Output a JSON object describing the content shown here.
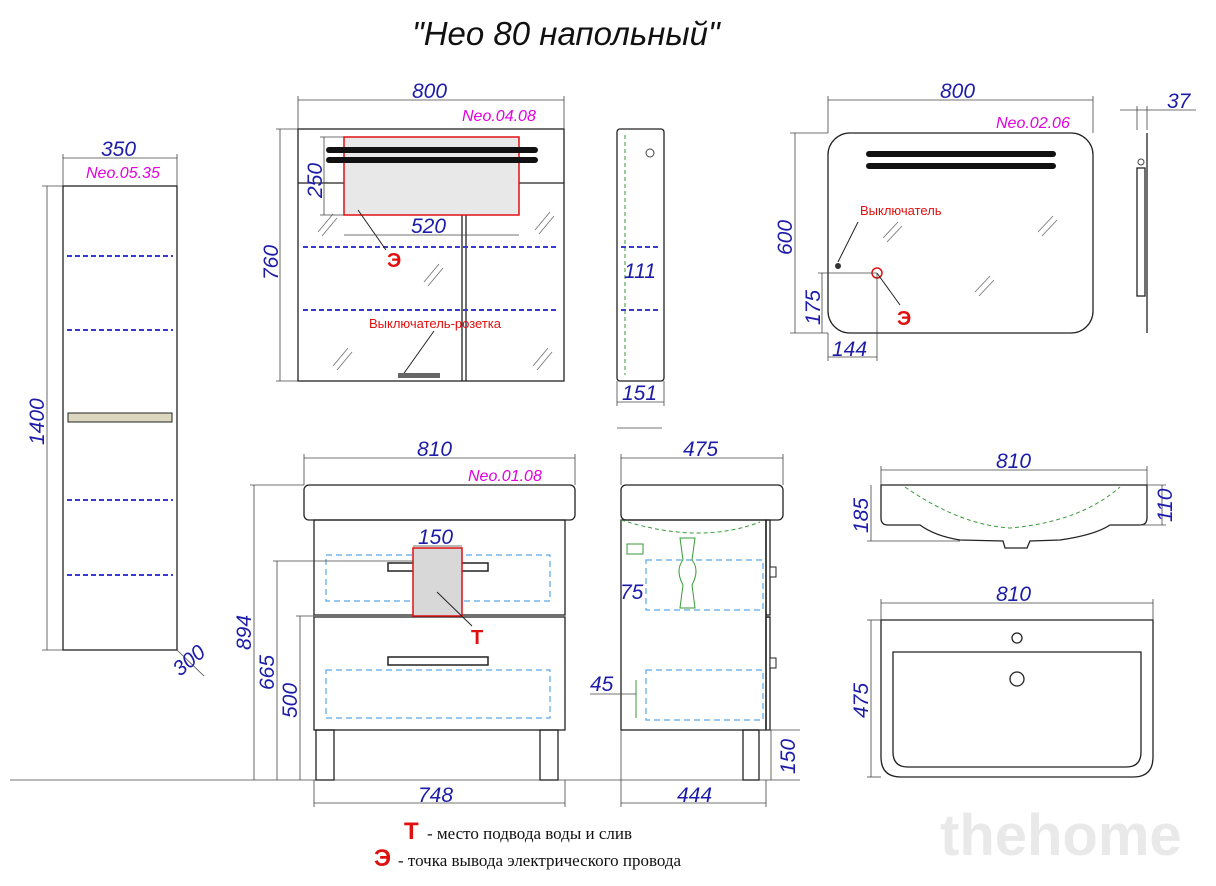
{
  "title": "\"Нео 80 напольный\"",
  "column_case": {
    "model": "Neo.05.35",
    "width": "350",
    "height": "1400",
    "depth": "300"
  },
  "mirror_cabinet": {
    "model": "Neo.04.08",
    "width": "800",
    "height": "760",
    "light_height": "250",
    "light_width": "520",
    "e_mark": "Э",
    "switch_label": "Выключатель-розетка"
  },
  "mirror_cabinet_side": {
    "inner": "111",
    "depth": "151"
  },
  "mirror": {
    "model": "Neo.02.06",
    "width": "800",
    "height": "600",
    "depth": "37",
    "switch_label": "Выключатель",
    "switch_h": "175",
    "switch_x": "144",
    "e_mark": "Э"
  },
  "vanity": {
    "model": "Neo.01.08",
    "width": "810",
    "total_height": "894",
    "drawer_height": "665",
    "body_height": "500",
    "pipe_width": "150",
    "base_width": "748",
    "t_mark": "Т"
  },
  "vanity_side": {
    "depth": "475",
    "pipe_offset": "75",
    "leg_offset": "45",
    "leg_height": "150",
    "base_depth": "444"
  },
  "sink_section": {
    "width": "810",
    "height": "185",
    "inner": "110"
  },
  "sink_top": {
    "width": "810",
    "depth": "475"
  },
  "legend": [
    {
      "mark": "Т",
      "text": "- место подвода воды и слив"
    },
    {
      "mark": "Э",
      "text": "-  точка вывода электрического провода"
    }
  ],
  "watermark": "thehome",
  "colors": {
    "dimension": "#1c1ca8",
    "model_label": "#e000e0",
    "marker": "#e01010",
    "shelf": "#3a3ad0"
  }
}
